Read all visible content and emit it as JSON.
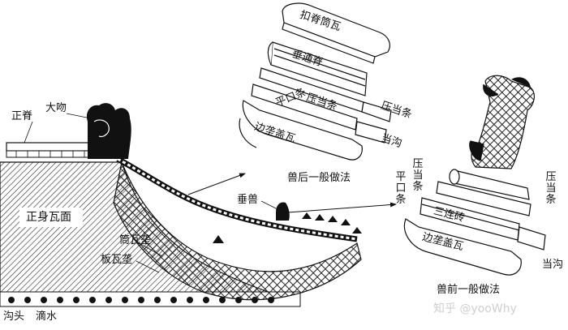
{
  "left_view": {
    "main_ridge": "正脊",
    "big_kiss": "大吻",
    "roof_face": "正身瓦面",
    "tube_tile_ridge": "筒瓦垄",
    "plate_tile_ridge": "板瓦垄",
    "ridge_beast": "垂兽",
    "eave_end": "沟头",
    "drip_tile": "滴水"
  },
  "upper_detail": {
    "cover_ridge_tile": "扣脊筒瓦",
    "hip_ridge_through": "垂通脊",
    "pressing_strip_1": "压当条",
    "flat_mouth_strip": "平口条",
    "pressing_strip_2": "压当条",
    "edge_cover_tile": "边垄盖瓦",
    "gutter": "当沟",
    "caption": "兽后一般做法"
  },
  "lower_detail": {
    "pressing_strip_left": "压当条",
    "flat_mouth_strip": "平口条",
    "triple_brick": "三连砖",
    "edge_cover_tile": "边垄盖瓦",
    "pressing_strip_right": "压当条",
    "gutter": "当沟",
    "caption": "兽前一般做法"
  },
  "watermark": {
    "site": "知乎",
    "handle": "@yooWhy"
  }
}
